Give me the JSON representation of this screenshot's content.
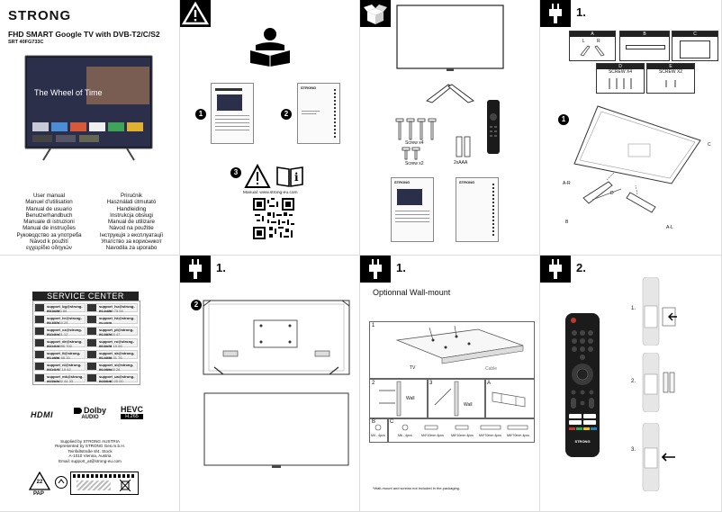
{
  "panel1": {
    "brand": "STRONG",
    "title": "FHD SMART Google TV with DVB-T2/C/S2",
    "model": "SRT 40FG733C",
    "tv_screen_headline": "The Wheel of Time",
    "languages_left": [
      "User manual",
      "Manuel d'utilisation",
      "Manual de usuario",
      "Benutzerhandbuch",
      "Manuale di istruzioni",
      "Manual de instruções",
      "Руководство за употреба",
      "Návod k použití",
      "εγχειρίδιο οδηγιών"
    ],
    "languages_right": [
      "Priručnik",
      "Használati útmutató",
      "Handleiding",
      "Instrukcja obsługi",
      "Manual de utilizare",
      "Návod na použitie",
      "Інструкція з експлуатації",
      "Упатство за корисникот",
      "Navodila za uporabo"
    ]
  },
  "panel2": {
    "step1": "1",
    "step2": "2",
    "step3": "3",
    "manual_url": "Manual: www.strong-eu.com",
    "doc_brand": "STRONG"
  },
  "panel3": {
    "screws4": "Screw x4",
    "screws2": "Screw x2",
    "batteries": "2xAAA",
    "doc_brand": "STRONG"
  },
  "panel4": {
    "header": "1.",
    "box_a": "A",
    "box_b": "B",
    "box_c": "C",
    "box_d": "D",
    "box_e": "E",
    "l": "L",
    "r": "R",
    "screw_x4": "SCREW X4",
    "screw_x2": "SCREW X2",
    "step": "1",
    "label_c": "C",
    "label_ar": "A-R",
    "label_d": "D",
    "label_b": "B",
    "label_al": "A-L"
  },
  "panel5": {
    "service_center": "SERVICE CENTER",
    "rows_left": [
      {
        "title": "support_bg@strong-eu.com",
        "sub": "0700 200 80"
      },
      {
        "title": "support_hr@strong-eu.com",
        "sub": "01 777 04 29"
      },
      {
        "title": "support_cz@strong-eu.com",
        "sub": "226 21 31 12"
      },
      {
        "title": "support_de@strong-eu.com",
        "sub": "089 7 1986 700"
      },
      {
        "title": "support_it@strong-eu.com",
        "sub": "02 4954 68 15"
      },
      {
        "title": "support_nl@strong-eu.com",
        "sub": "085 7 77 19 62"
      },
      {
        "title": "support_mk@strong-eu.com",
        "sub": "+389 2 32 44 33"
      }
    ],
    "rows_right": [
      {
        "title": "support_hu@strong-eu.com",
        "sub": "06 1 999 75 94"
      },
      {
        "title": "support_hk@strong-eu.com",
        "sub": ""
      },
      {
        "title": "support_pl@strong-eu.com",
        "sub": "22 397 54 47"
      },
      {
        "title": "support_ro@strong-eu.com",
        "sub": "0372 77 15 06"
      },
      {
        "title": "support_sk@strong-eu.com",
        "sub": "02 3233 01 76"
      },
      {
        "title": "support_si@strong-eu.com",
        "sub": "01 600 46 28"
      },
      {
        "title": "support_ua@strong-eu.com",
        "sub": "0 800 40 20 00"
      }
    ],
    "hdmi": "HDMI",
    "dolby": "Dolby",
    "dolby_sub": "AUDIO",
    "hevc": "HEVC",
    "hevc_sub": "H.265",
    "supplied_lines": [
      "Supplied by STRONG AUSTRIA",
      "Represented by STRONG Ges.m.b.H.",
      "Teinfaltstraße 8/4. Stock",
      "A-1010 Vienna, Austria",
      "Email: support_at@strong-eu.com"
    ],
    "pap_num": "22",
    "pap_label": "PAP"
  },
  "panel6": {
    "header": "1.",
    "step": "2"
  },
  "panel7": {
    "header": "1.",
    "title": "Optionnal Wall-mount",
    "box1": "1",
    "box2": "2",
    "box3": "3",
    "boxa": "A",
    "boxb": "B",
    "boxc": "C",
    "tv": "TV",
    "wall": "Wall",
    "wall2": "Wall",
    "cable": "Cable",
    "sizes": [
      "M4 - 4pcs",
      "M6 - 4pcs",
      "M4*10mm 4pcs",
      "M6*10mm 4pcs",
      "M4*70mm 4pcs",
      "M6*70mm 4pcs"
    ],
    "footnote": "*Wall-mount and screws not included in the packaging."
  },
  "panel8": {
    "header": "2.",
    "step1": "1.",
    "step2": "2.",
    "step3": "3.",
    "remote_brand": "STRONG"
  }
}
